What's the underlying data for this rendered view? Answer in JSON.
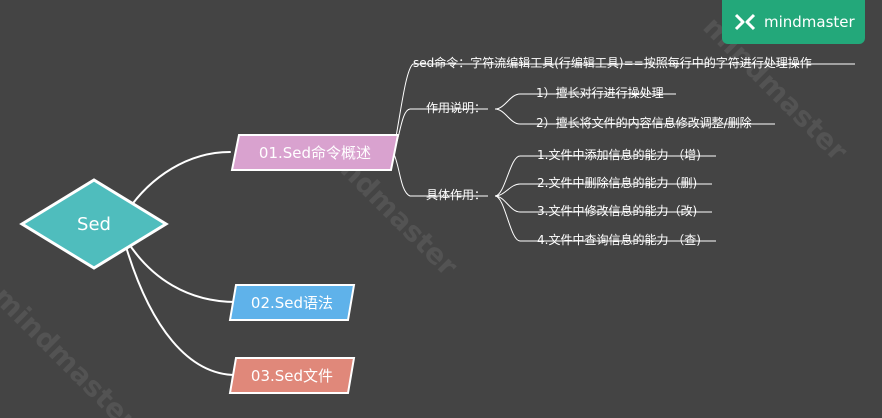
{
  "brand": {
    "label": "mindmaster",
    "icon": "mindmaster-logo-icon"
  },
  "watermark": "mindmaster",
  "root": {
    "label": "Sed",
    "color": "#4fbdbd"
  },
  "branches": [
    {
      "label": "01.Sed命令概述",
      "color": "#d9a2cf"
    },
    {
      "label": "02.Sed语法",
      "color": "#5fb2ea"
    },
    {
      "label": "03.Sed文件",
      "color": "#e0887a"
    }
  ],
  "topics": {
    "definition": "sed命令：字符流编辑工具(行编辑工具)==按照每行中的字符进行处理操作",
    "usage": {
      "label": "作用说明：",
      "items": [
        "1）擅长对行进行操处理",
        "2）擅长将文件的内容信息修改调整/删除"
      ]
    },
    "functions": {
      "label": "具体作用：",
      "items": [
        "1.文件中添加信息的能力 （增)",
        "2.文件中删除信息的能力（删)",
        "3.文件中修改信息的能力（改)",
        "4.文件中查询信息的能力 （查)"
      ]
    }
  }
}
